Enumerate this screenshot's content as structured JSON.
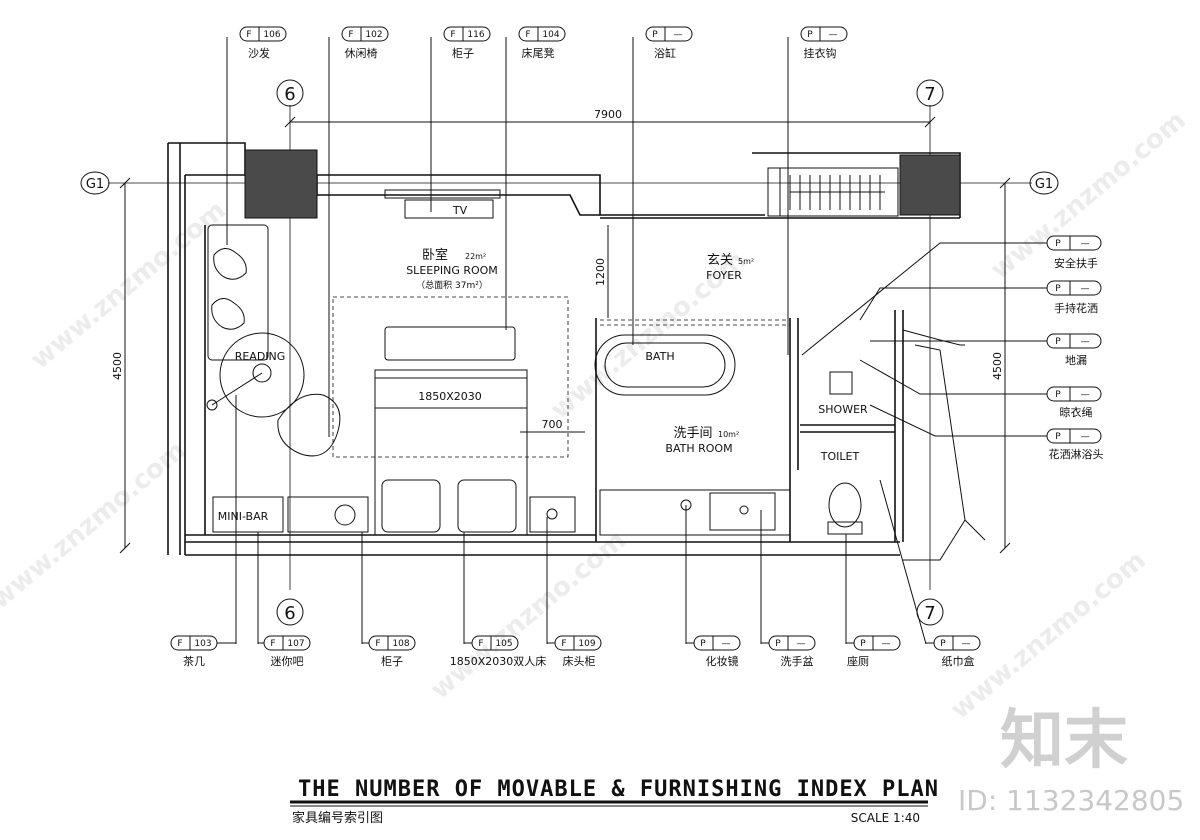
{
  "tags_top": [
    {
      "prefix": "F",
      "code": "106",
      "name": "沙发"
    },
    {
      "prefix": "F",
      "code": "102",
      "name": "休闲椅"
    },
    {
      "prefix": "F",
      "code": "116",
      "name": "柜子"
    },
    {
      "prefix": "F",
      "code": "104",
      "name": "床尾凳"
    },
    {
      "prefix": "P",
      "code": "—",
      "name": "浴缸"
    },
    {
      "prefix": "P",
      "code": "—",
      "name": "挂衣钩"
    }
  ],
  "tags_right": [
    {
      "prefix": "P",
      "code": "—",
      "name": "安全扶手"
    },
    {
      "prefix": "P",
      "code": "—",
      "name": "手持花洒"
    },
    {
      "prefix": "P",
      "code": "—",
      "name": "地漏"
    },
    {
      "prefix": "P",
      "code": "—",
      "name": "晾衣绳"
    },
    {
      "prefix": "P",
      "code": "—",
      "name": "花洒淋浴头"
    }
  ],
  "tags_bottom": [
    {
      "prefix": "F",
      "code": "103",
      "name": "茶几"
    },
    {
      "prefix": "F",
      "code": "107",
      "name": "迷你吧"
    },
    {
      "prefix": "F",
      "code": "108",
      "name": "柜子"
    },
    {
      "prefix": "F",
      "code": "105",
      "name": "1850X2030双人床"
    },
    {
      "prefix": "F",
      "code": "109",
      "name": "床头柜"
    },
    {
      "prefix": "P",
      "code": "—",
      "name": "化妆镜"
    },
    {
      "prefix": "P",
      "code": "—",
      "name": "洗手盆"
    },
    {
      "prefix": "P",
      "code": "—",
      "name": "座厕"
    },
    {
      "prefix": "P",
      "code": "—",
      "name": "纸巾盒"
    }
  ],
  "axes": {
    "left": "6",
    "right": "7",
    "row": "G1"
  },
  "dimensions": {
    "width": "7900",
    "height_left": "4500",
    "height_right": "4500",
    "foyer": "1200",
    "gap": "700"
  },
  "rooms": {
    "bedroom_cn": "卧室",
    "bedroom_area": "22m²",
    "bedroom_en": "SLEEPING ROOM",
    "bedroom_total": "（总面积 37m²）",
    "foyer_cn": "玄关",
    "foyer_area": "5m²",
    "foyer_en": "FOYER",
    "bath_cn": "洗手间",
    "bath_area": "10m²",
    "bath_en": "BATH ROOM"
  },
  "labels": {
    "tv": "TV",
    "reading": "READING",
    "bed": "1850X2030",
    "bath": "BATH",
    "shower": "SHOWER",
    "toilet": "TOILET",
    "minibar": "MINI-BAR"
  },
  "title": {
    "en": "THE NUMBER OF MOVABLE & FURNISHING INDEX PLAN",
    "cn": "家具编号索引图",
    "scale": "SCALE 1:40"
  },
  "watermark": {
    "site": "www.znzmo.com",
    "brand": "知末",
    "id": "ID: 1132342805"
  }
}
